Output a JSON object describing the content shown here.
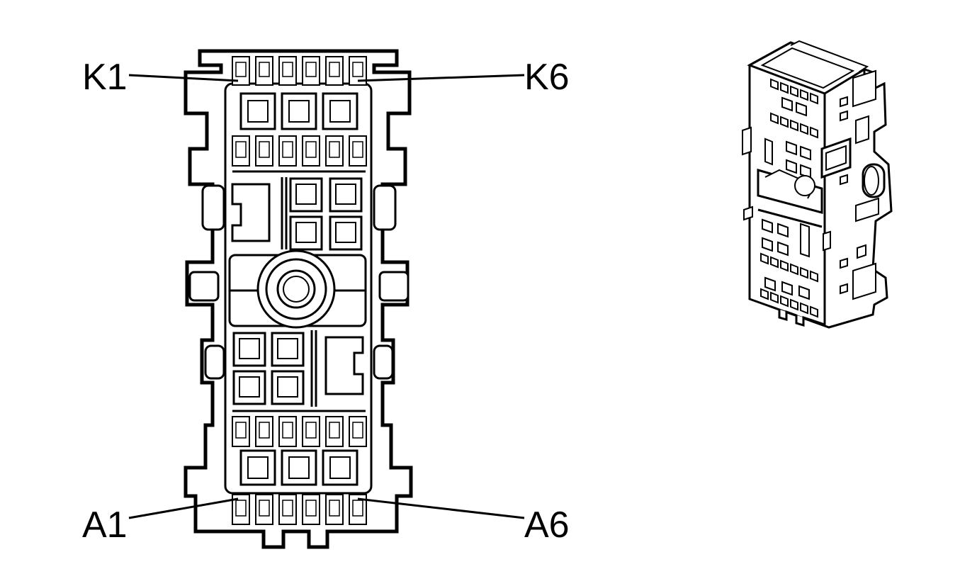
{
  "labels": {
    "k1": "K1",
    "k6": "K6",
    "a1": "A1",
    "a6": "A6"
  },
  "colors": {
    "line": "#000000",
    "background": "#ffffff"
  }
}
